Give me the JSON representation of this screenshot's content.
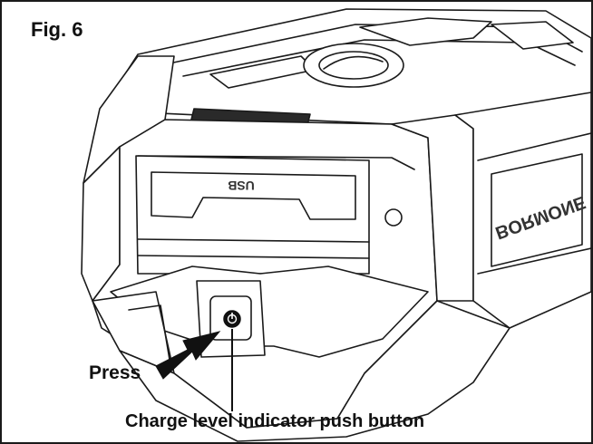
{
  "figure": {
    "label": "Fig. 6",
    "press_label": "Press",
    "caption": "Charge level indicator push button",
    "usb_label": "USB",
    "brand_text": "BORMONE"
  },
  "icons": {
    "arrow": "press-arrow-icon",
    "power": "power-button-icon"
  },
  "colors": {
    "line": "#1a1a1a",
    "fill": "#ffffff",
    "dark": "#111111"
  }
}
